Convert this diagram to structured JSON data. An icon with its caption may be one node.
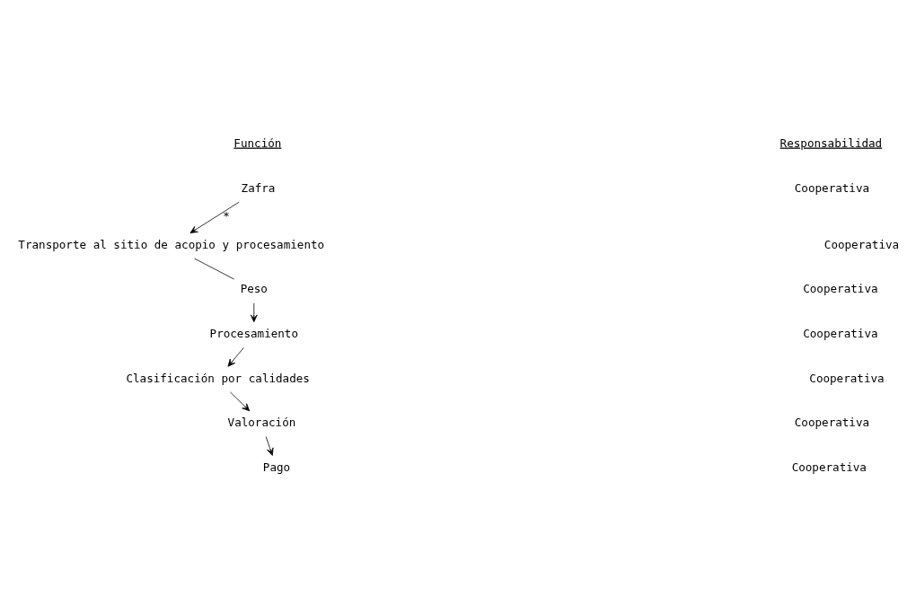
{
  "diagram": {
    "nodes": [
      {
        "text": [
          "Zafra"
        ]
      },
      {
        "text": [
          "Transporte al sitio de acopio y procesamiento"
        ]
      },
      {
        "text": [
          "Peso"
        ]
      },
      {
        "text": [
          "Procesamiento"
        ]
      },
      {
        "text": [
          "Clasificación por calidades"
        ]
      },
      {
        "text": [
          "Valoración"
        ]
      },
      {
        "text": [
          "Pago"
        ]
      }
    ],
    "edges": [
      {
        "from": 0,
        "to": 1,
        "arrow": "to",
        "label": "*"
      },
      {
        "from": 1,
        "to": 2,
        "arrow": "none"
      },
      {
        "from": 2,
        "to": 3,
        "arrow": "to"
      },
      {
        "from": 3,
        "to": 4,
        "arrow": "to"
      },
      {
        "from": 4,
        "to": 5,
        "arrow": "to"
      },
      {
        "from": 5,
        "to": 6,
        "arrow": "to"
      }
    ],
    "labels": [
      "Función",
      "Responsabilidad",
      "Cooperativa",
      "Cooperativa",
      "Cooperativa",
      "Cooperativa",
      "Cooperativa",
      "Cooperativa",
      "Cooperativa"
    ]
  }
}
